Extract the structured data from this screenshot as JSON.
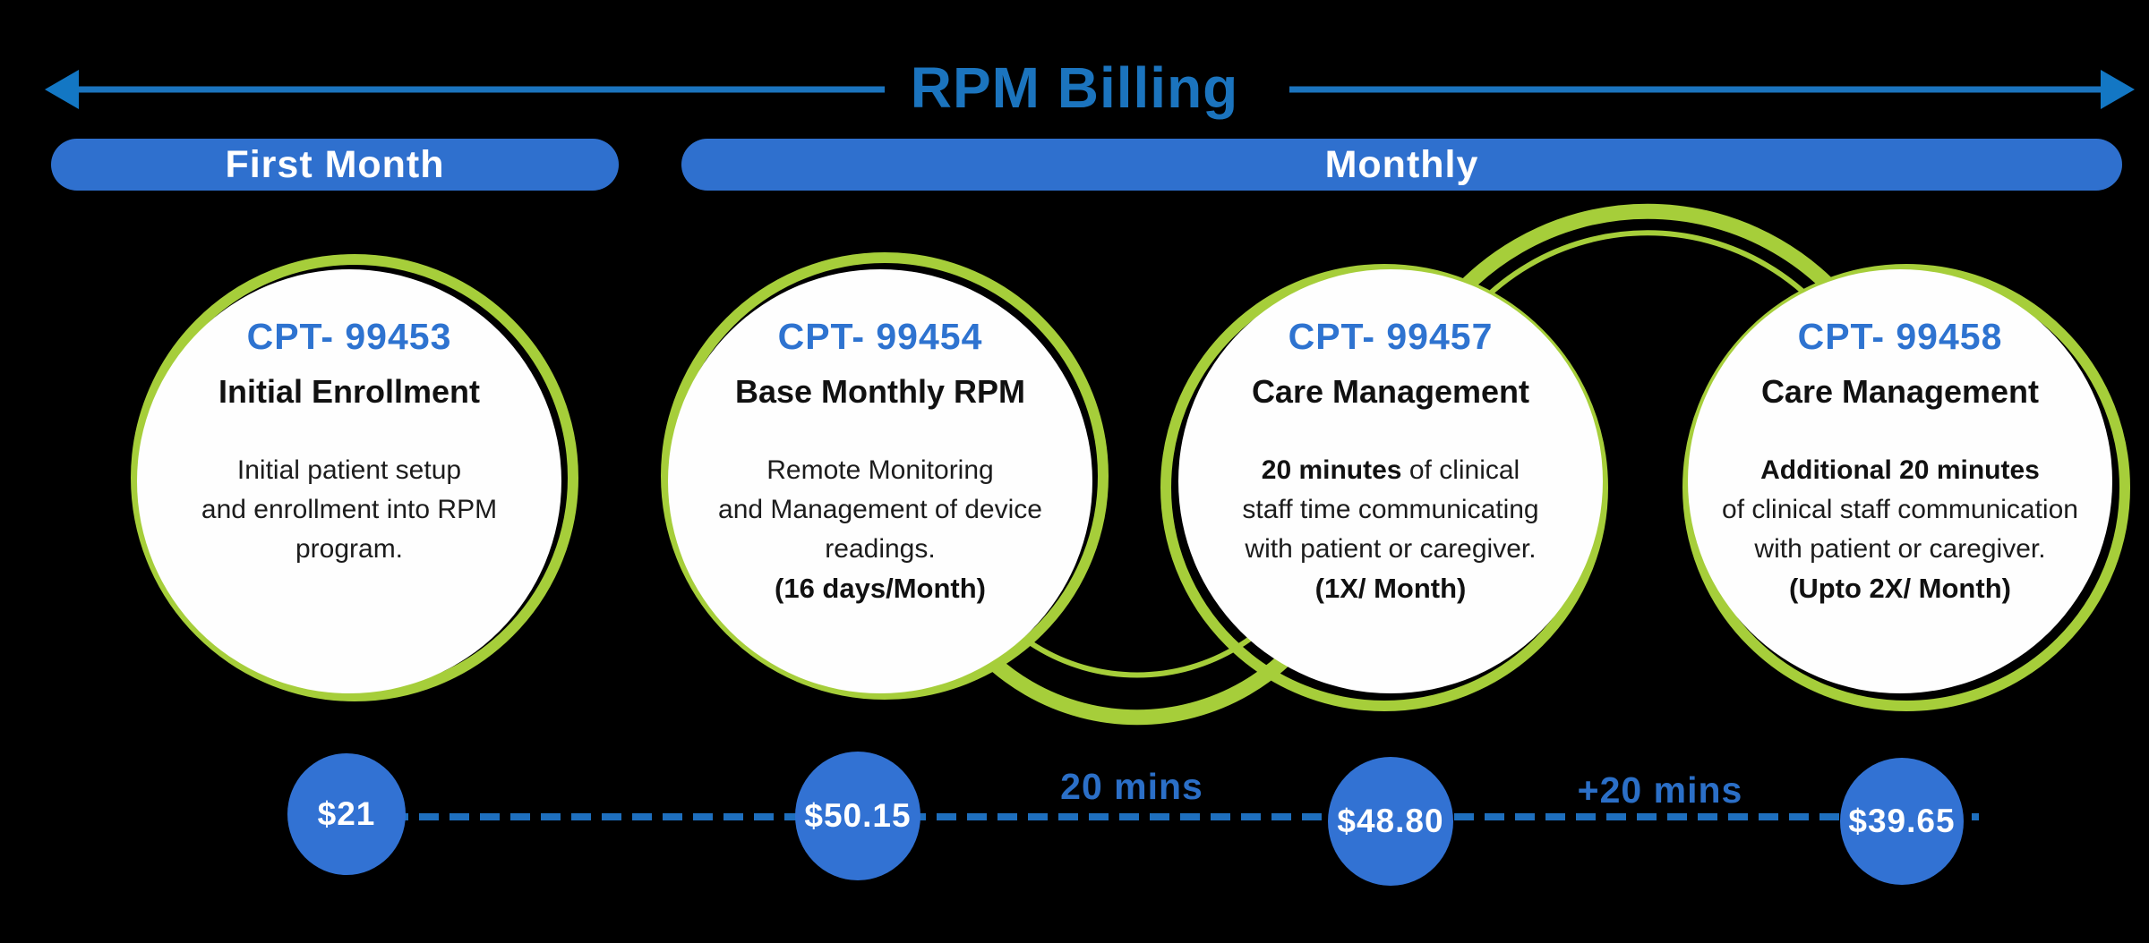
{
  "title": "RPM Billing",
  "sections": {
    "first": "First Month",
    "monthly": "Monthly"
  },
  "cards": [
    {
      "cpt": "CPT- 99453",
      "subtitle": "Initial Enrollment",
      "lines": [
        {
          "b": "",
          "t": "Initial patient setup"
        },
        {
          "b": "",
          "t": "and enrollment into RPM"
        },
        {
          "b": "",
          "t": "program."
        }
      ],
      "note": ""
    },
    {
      "cpt": "CPT- 99454",
      "subtitle": "Base Monthly RPM",
      "lines": [
        {
          "b": "",
          "t": "Remote Monitoring"
        },
        {
          "b": "",
          "t": "and Management of device"
        },
        {
          "b": "",
          "t": "readings."
        }
      ],
      "note": "(16 days/Month)"
    },
    {
      "cpt": "CPT- 99457",
      "subtitle": "Care Management",
      "lines": [
        {
          "b": "20 minutes",
          "t": " of clinical"
        },
        {
          "b": "",
          "t": "staff time communicating"
        },
        {
          "b": "",
          "t": "with patient or caregiver."
        }
      ],
      "note": "(1X/ Month)"
    },
    {
      "cpt": "CPT- 99458",
      "subtitle": "Care Management",
      "lines": [
        {
          "b": "Additional 20 minutes",
          "t": ""
        },
        {
          "b": "",
          "t": "of clinical staff communication"
        },
        {
          "b": "",
          "t": "with patient or caregiver."
        }
      ],
      "note": "(Upto 2X/ Month)"
    }
  ],
  "timeline": {
    "prices": [
      "$21",
      "$50.15",
      "$48.80",
      "$39.65"
    ],
    "interval_labels": [
      "20 mins",
      "+20 mins"
    ]
  },
  "colors": {
    "accent_blue": "#1b74be",
    "pill_blue": "#2f70ce",
    "price_blue": "#3272d3",
    "green": "#a6ce3a",
    "dash_blue": "#1e6fbe"
  }
}
